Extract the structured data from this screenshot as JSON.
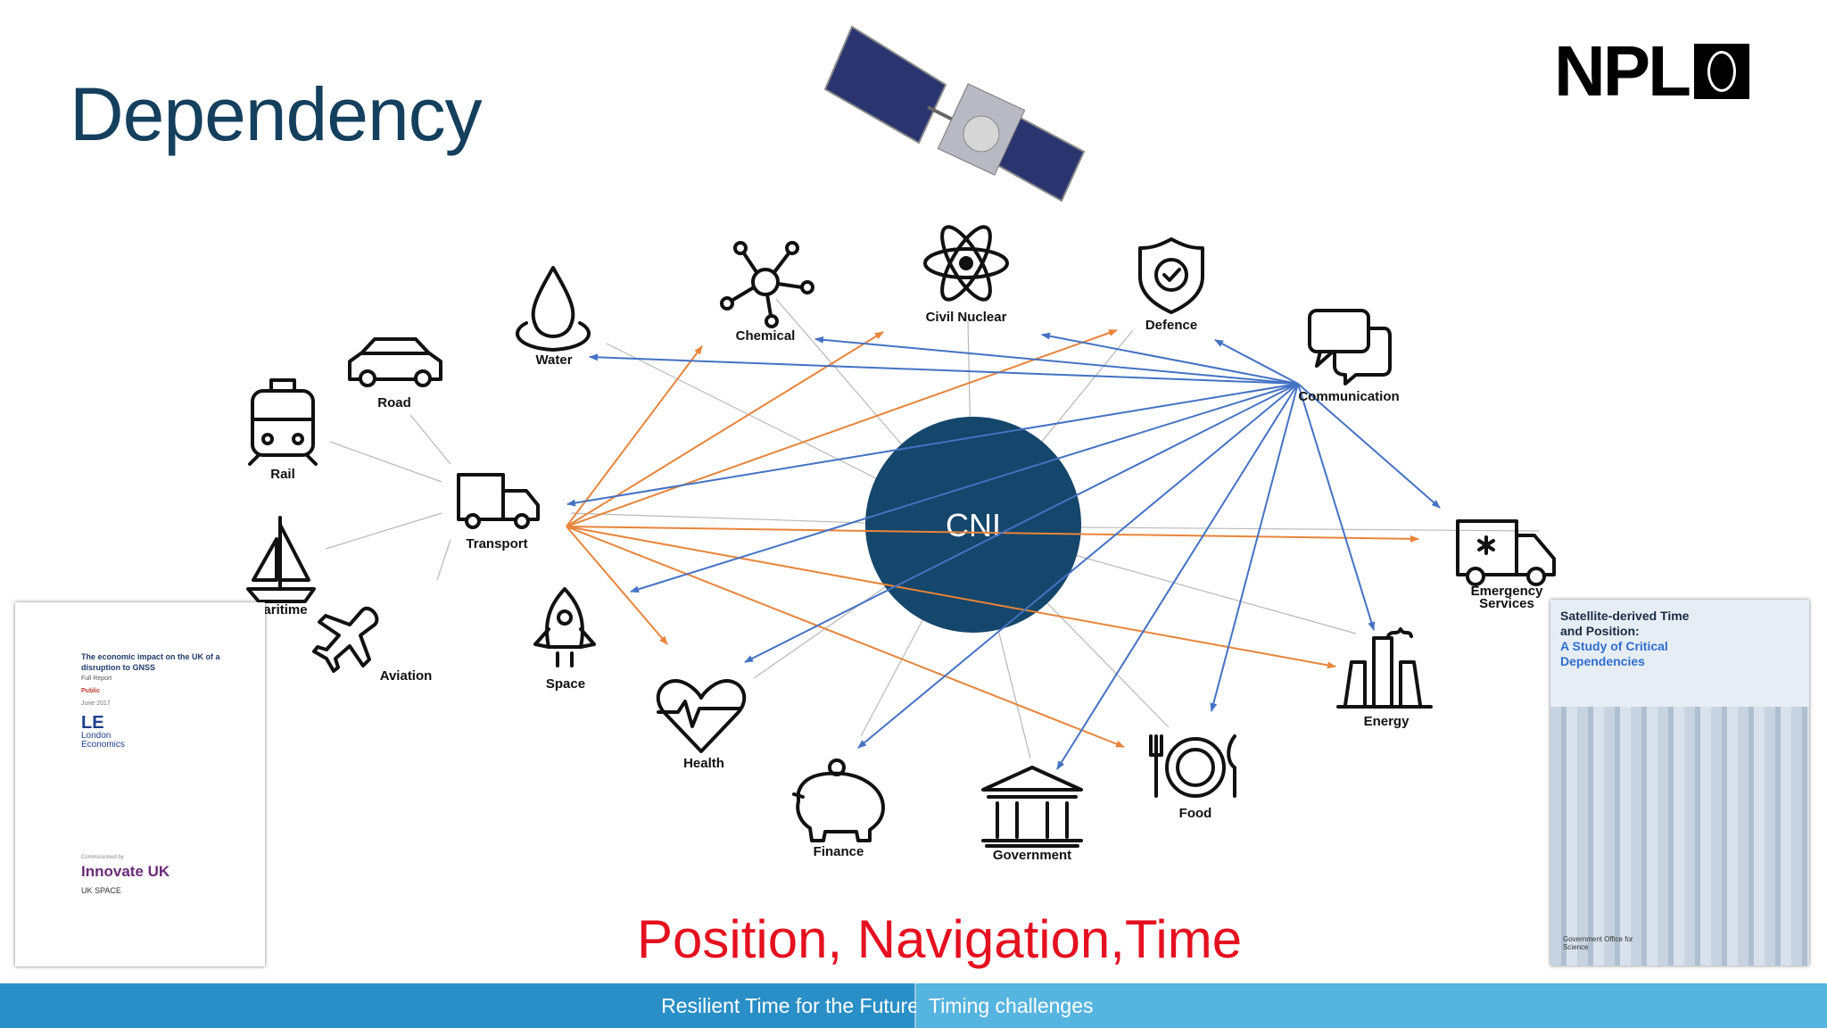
{
  "slide": {
    "title": "Dependency",
    "logo_text": "NPL",
    "center_label": "CNI",
    "headline": "Position, Navigation,Time"
  },
  "sectors": {
    "water": "Water",
    "chemical": "Chemical",
    "civil_nuclear": "Civil Nuclear",
    "defence": "Defence",
    "communication": "Communication",
    "road": "Road",
    "rail": "Rail",
    "transport": "Transport",
    "maritime": "aritime",
    "aviation": "Aviation",
    "space": "Space",
    "emergency_line1": "Emergency",
    "emergency_line2": "Services",
    "energy": "Energy",
    "health": "Health",
    "finance": "Finance",
    "government": "Government",
    "food": "Food"
  },
  "footer": {
    "left": "Resilient Time for the Future",
    "right": "Timing challenges"
  },
  "report_left": {
    "title": "The economic impact on the UK of a disruption to GNSS",
    "subtitle": "Full Report",
    "classification": "Public",
    "date": "June 2017",
    "publisher_mark": "LE",
    "publisher_name": "London Economics",
    "commissioned": "Commissioned by",
    "sponsor": "Innovate UK",
    "agency": "UK SPACE"
  },
  "report_right": {
    "title": "Satellite-derived Time and Position:",
    "subtitle": "A Study of Critical Dependencies",
    "publisher": "Government Office for Science"
  },
  "colors": {
    "title": "#14405e",
    "cni_circle": "#15466b",
    "orange_arrow": "#e8843a",
    "blue_arrow": "#4472c4",
    "headline": "#e5101f",
    "footer_dark": "#2a8fc7",
    "footer_light": "#56b4e0"
  }
}
